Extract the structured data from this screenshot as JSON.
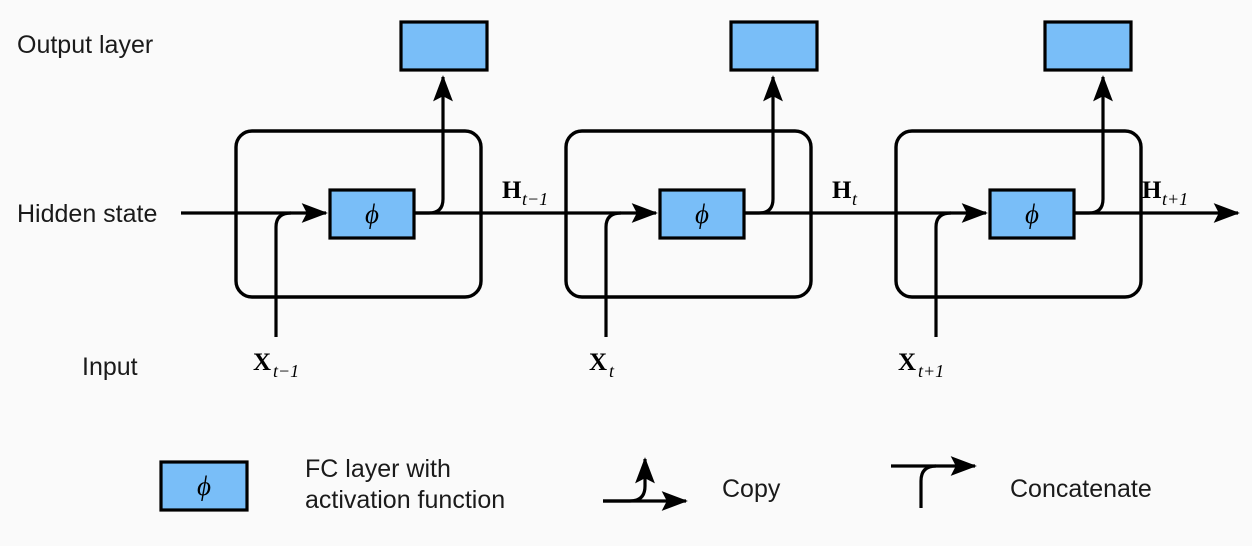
{
  "figure": {
    "type": "diagram",
    "subject": "Unrolled recurrent neural network computation graph",
    "background_color": "#fafafa",
    "accent_color": "#79bef8",
    "line_color": "#000000"
  },
  "row_labels": {
    "output": "Output layer",
    "hidden": "Hidden state",
    "input": "Input"
  },
  "timesteps": [
    {
      "id": "t-minus-1",
      "input_var": "X",
      "input_sub": "t−1",
      "hidden_var": "H",
      "hidden_sub": "t−1",
      "cell_symbol": "ϕ"
    },
    {
      "id": "t",
      "input_var": "X",
      "input_sub": "t",
      "hidden_var": "H",
      "hidden_sub": "t",
      "cell_symbol": "ϕ"
    },
    {
      "id": "t-plus-1",
      "input_var": "X",
      "input_sub": "t+1",
      "hidden_var": "H",
      "hidden_sub": "t+1",
      "cell_symbol": "ϕ"
    }
  ],
  "legend": {
    "fc": {
      "symbol": "ϕ",
      "line1": "FC layer with",
      "line2": "activation function"
    },
    "copy": {
      "label": "Copy"
    },
    "concat": {
      "label": "Concatenate"
    }
  }
}
